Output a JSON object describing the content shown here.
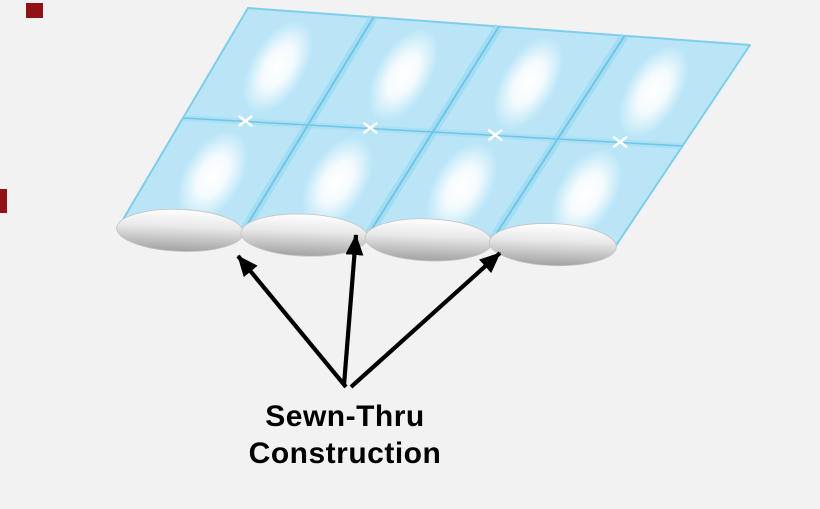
{
  "page": {
    "background": "#f2f2f2"
  },
  "diagram": {
    "caption": {
      "line1": "Sewn-Thru",
      "line2": "Construction"
    },
    "tubes_count": 4,
    "stitch_marks_count": 4,
    "arrows_count": 3,
    "colors": {
      "background": "#f2f2f2",
      "fabric": "#b9e5f7",
      "fabric_edge": "#7fcdec",
      "seam_line": "#6ec6e8",
      "seam_band": "#9ddaf2",
      "highlight": "#ffffff",
      "stitch_mark": "#ffffff",
      "tube_end_light": "#ffffff",
      "tube_end_dark": "#a2a2a2",
      "arrow": "#000000",
      "caption_text": "#000000",
      "artifact_red": "#8e1216"
    }
  }
}
